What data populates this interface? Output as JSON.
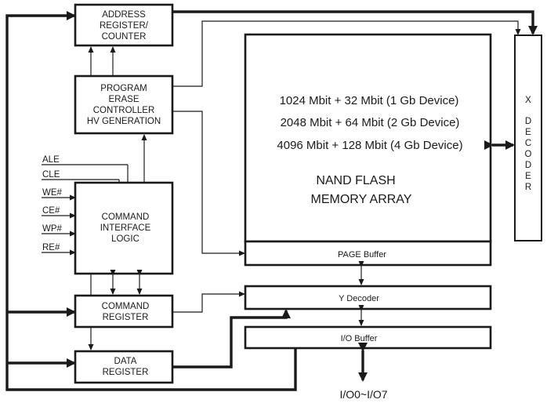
{
  "blocks": {
    "address_register": [
      "ADDRESS",
      "REGISTER/",
      "COUNTER"
    ],
    "program_controller": [
      "PROGRAM",
      "ERASE",
      "CONTROLLER",
      "HV GENERATION"
    ],
    "command_interface": [
      "COMMAND",
      "INTERFACE",
      "LOGIC"
    ],
    "command_register": [
      "COMMAND",
      "REGISTER"
    ],
    "data_register": [
      "DATA",
      "REGISTER"
    ],
    "memory_array": {
      "capacities": [
        "1024 Mbit + 32 Mbit (1 Gb Device)",
        "2048 Mbit + 64 Mbit (2 Gb Device)",
        "4096 Mbit + 128 Mbit (4 Gb Device)"
      ],
      "name": [
        "NAND FLASH",
        "MEMORY ARRAY"
      ]
    },
    "page_buffer": "PAGE Buffer",
    "y_decoder": "Y Decoder",
    "io_buffer": "I/O Buffer",
    "x_decoder": [
      "X",
      "D",
      "E",
      "C",
      "O",
      "D",
      "E",
      "R"
    ]
  },
  "signals": [
    "ALE",
    "CLE",
    "WE#",
    "CE#",
    "WP#",
    "RE#"
  ],
  "io_pins": "I/O0~I/O7"
}
